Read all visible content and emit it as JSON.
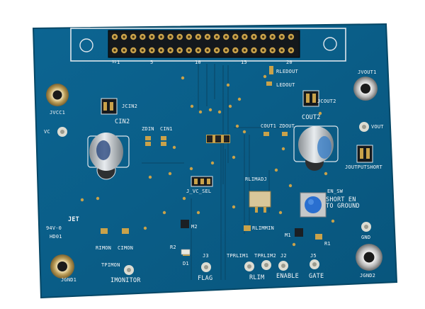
{
  "board": {
    "pcb_color": "#0b5d86",
    "silk_color": "#f2f4f6",
    "gold_color": "#c9a24a",
    "button_color": "#2a6fd0"
  },
  "header": {
    "pin_numbers": [
      "1",
      "5",
      "10",
      "15",
      "20"
    ],
    "side_label": "S1"
  },
  "labels": {
    "jvout1": "JVOUT1",
    "jvcc1": "JVCC1",
    "jcin2": "JCIN2",
    "rledout": "RLEDOUT",
    "ledout": "LEDOUT",
    "jcout2": "JCOUT2",
    "cout2": "COUT2",
    "cout1": "COUT1",
    "zdout": "ZDOUT",
    "vout": "VOUT",
    "vc": "VC",
    "cin2": "CIN2",
    "zdin": "ZDIN",
    "cin1": "CIN1",
    "joutputshort": "JOUTPUTSHORT",
    "rlimadj": "RLIMADJ",
    "en_sw": "EN_SW",
    "short_en_1": "SHORT EN",
    "short_en_2": "TO GROUND",
    "j_vc_sel": "J_VC_SEL",
    "rlimmin": "RLIMMIN",
    "m2": "M2",
    "m1": "M1",
    "r1": "R1",
    "r2": "R2",
    "d1": "D1",
    "gnd": "GND",
    "jgnd2": "JGND2",
    "jet": "JET",
    "ul_line": "94V-0",
    "hd01": "HD01",
    "rimon": "RIMON",
    "cimon": "CIMON",
    "tpimon": "TPIMON",
    "imonitor": "IMONITOR",
    "j3": "J3",
    "flag": "FLAG",
    "tprlim1": "TPRLIM1",
    "tprlim2": "TPRLIM2",
    "j2": "J2",
    "rlim": "RLIM",
    "enable": "ENABLE",
    "j5": "J5",
    "gate": "GATE",
    "jgnd1": "JGND1"
  }
}
